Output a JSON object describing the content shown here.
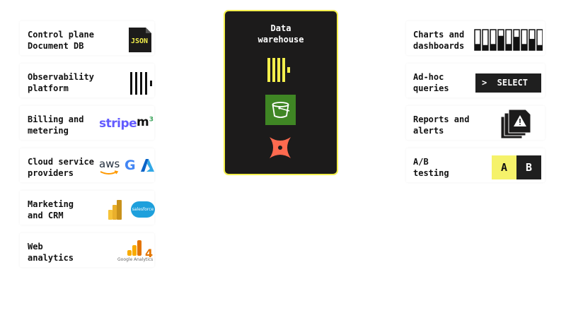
{
  "sources": [
    {
      "label_line1": "Control plane",
      "label_line2": "Document DB",
      "badge": "JSON",
      "icon": "json-file-icon"
    },
    {
      "label_line1": "Observability",
      "label_line2": "platform",
      "icon": "barcode-logo-icon"
    },
    {
      "label_line1": "Billing and",
      "label_line2": "metering",
      "logo1": "stripe",
      "logo2": "m",
      "logo2_sup": "3"
    },
    {
      "label_line1": "Cloud service",
      "label_line2": "providers",
      "logo1": "aws",
      "logo2": "G"
    },
    {
      "label_line1": "Marketing",
      "label_line2": "and CRM",
      "logo2": "salesforce"
    },
    {
      "label_line1": "Web",
      "label_line2": "analytics",
      "logo_caption": "Google Analytics",
      "logo_number": "4"
    }
  ],
  "warehouse": {
    "title_line1": "Data",
    "title_line2": "warehouse",
    "border_color": "#f3ef4c",
    "icons": [
      "clickhouse-icon",
      "s3-bucket-icon",
      "dbt-icon"
    ]
  },
  "outputs": [
    {
      "label_line1": "Charts and",
      "label_line2": "dashboards",
      "icon": "bar-chart-icon",
      "bar_levels": [
        0.3,
        0.25,
        0.3,
        0.7,
        0.3,
        0.65,
        0.3,
        0.55,
        0.25
      ]
    },
    {
      "label_line1": "Ad-hoc",
      "label_line2": "queries",
      "box_text": ">  SELECT"
    },
    {
      "label_line1": "Reports and",
      "label_line2": "alerts",
      "icon": "alert-stack-icon"
    },
    {
      "label_line1": "A/B",
      "label_line2": "testing",
      "a": "A",
      "b": "B"
    }
  ],
  "colors": {
    "accent_yellow": "#f3ef4c",
    "dark": "#1f1f1f",
    "stripe": "#635bff",
    "salesforce": "#1ea0dc",
    "dbt": "#fe6a4f",
    "s3": "#3f8624"
  }
}
